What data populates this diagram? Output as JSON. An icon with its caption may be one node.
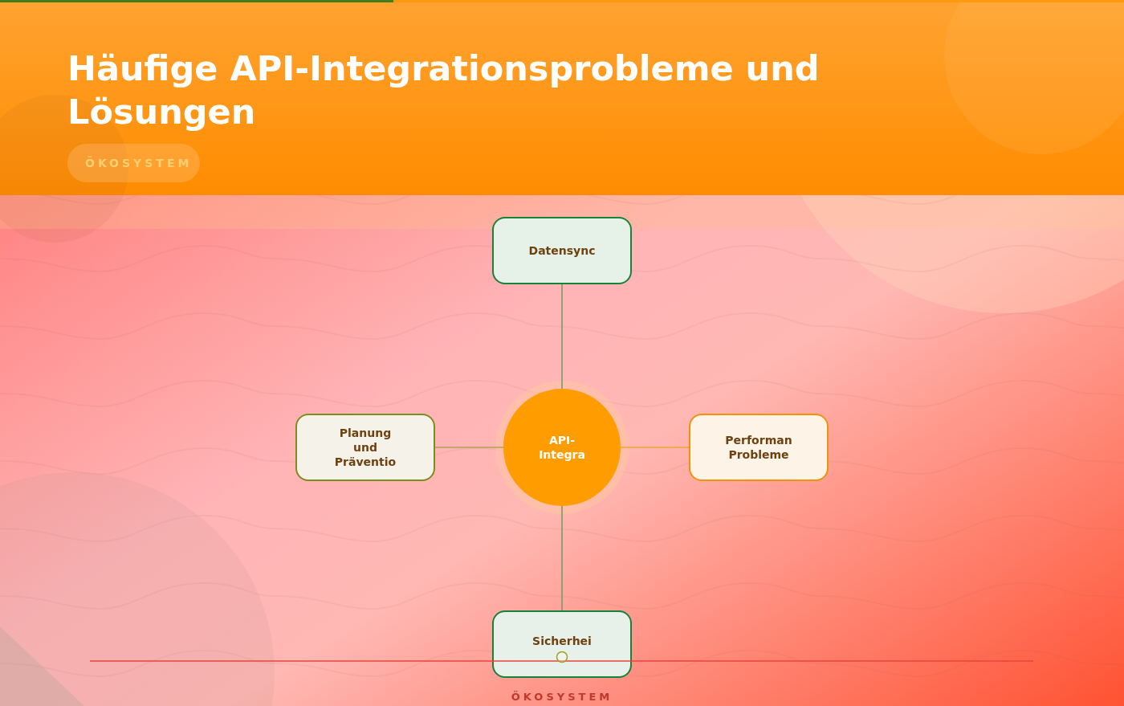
{
  "diagram": {
    "title": "Häufige API-Integrationsprobleme und Lösungen",
    "nodes": [
      {
        "text": [
          "Datensync"
        ]
      },
      {
        "text": [
          "Planung und Präventio"
        ]
      },
      {
        "text": [
          "API- Integra"
        ]
      },
      {
        "text": [
          "Performan Probleme"
        ]
      },
      {
        "text": [
          "Sicherhei"
        ]
      }
    ],
    "edges": [
      {
        "from": 2,
        "to": 0,
        "arrow": "none"
      },
      {
        "from": 2,
        "to": 1,
        "arrow": "none",
        "color": "#b8a55c"
      },
      {
        "from": 2,
        "to": 3,
        "arrow": "none",
        "color": "#f4a640"
      },
      {
        "from": 2,
        "to": 4,
        "arrow": "none"
      }
    ],
    "labels": [
      "ÖKOSYSTEM",
      "ÖKOSYSTEM"
    ]
  }
}
